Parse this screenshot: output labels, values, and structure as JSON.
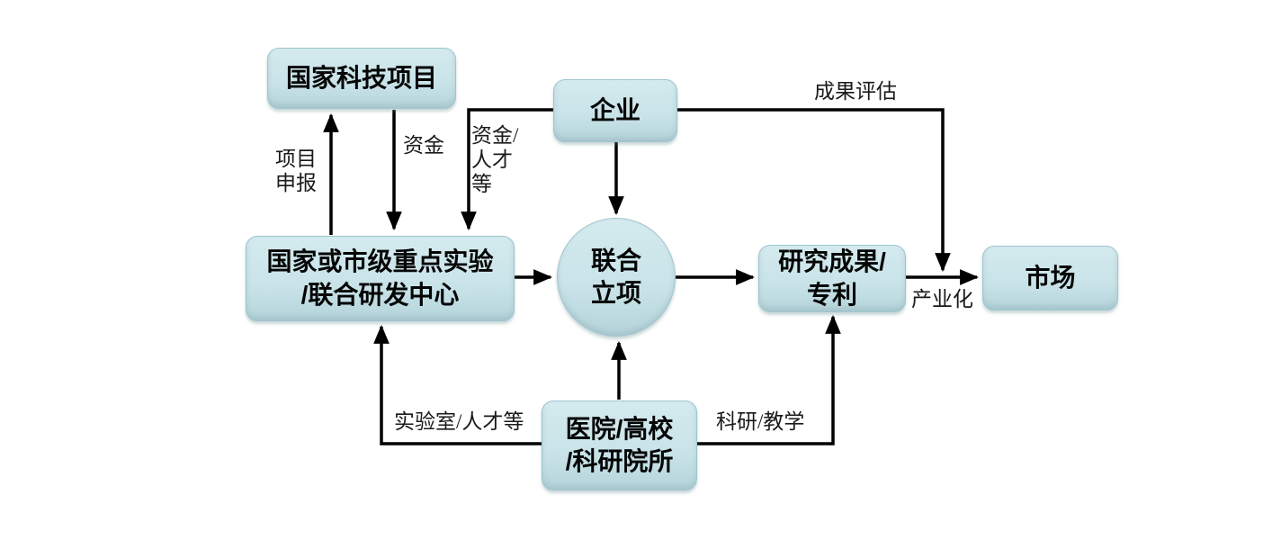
{
  "diagram": {
    "nodes": {
      "national_project": "国家科技项目",
      "enterprise": "企业",
      "key_lab": "国家或市级重点实验\n/联合研发中心",
      "joint_project": "联合\n立项",
      "research_results": "研究成果/\n专利",
      "market": "市场",
      "hospital": "医院/高校\n/科研院所"
    },
    "edge_labels": {
      "project_application": "项目\n申报",
      "funds": "资金",
      "funds_talent": "资金/\n人才\n等",
      "result_evaluation": "成果评估",
      "industrialization": "产业化",
      "lab_talent": "实验室/人才等",
      "research_teaching": "科研/教学"
    },
    "colors": {
      "node_fill": "#c8e3e8",
      "node_border": "#9ec6cd",
      "arrow": "#000000",
      "background": "#ffffff",
      "text": "#050505"
    }
  }
}
